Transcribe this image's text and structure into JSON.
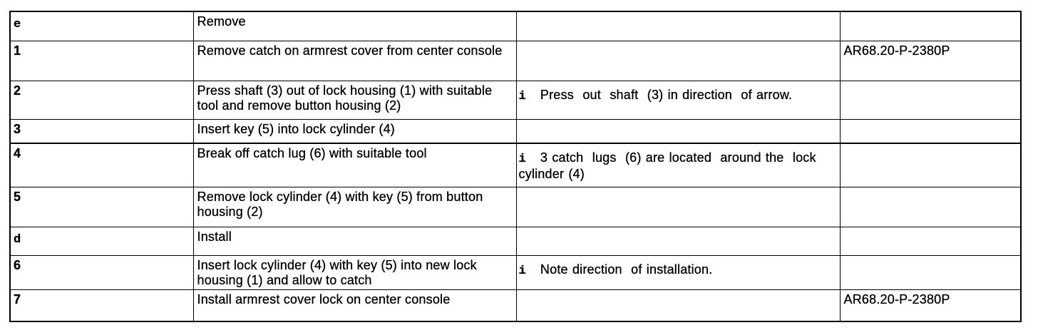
{
  "table": {
    "rows": [
      {
        "step": "e",
        "description": "Remove",
        "note_icon": "",
        "note_text": "",
        "reference": ""
      },
      {
        "step": "1",
        "description": "Remove catch on armrest cover from center console",
        "note_icon": "",
        "note_text": "",
        "reference": "AR68.20-P-2380P"
      },
      {
        "step": "2",
        "description": "Press shaft (3) out of lock housing (1) with suitable tool and remove button housing (2)",
        "note_icon": "i",
        "note_text": "Press  out  shaft  (3) in direction  of arrow.",
        "reference": ""
      },
      {
        "step": "3",
        "description": "Insert key (5) into lock cylinder (4)",
        "note_icon": "",
        "note_text": "",
        "reference": ""
      },
      {
        "step": "4",
        "description": "Break off catch lug (6) with suitable tool",
        "note_icon": "i",
        "note_text": "3 catch  lugs  (6) are located  around the  lock cylinder (4)",
        "reference": ""
      },
      {
        "step": "5",
        "description": "Remove lock cylinder (4) with key (5) from button housing (2)",
        "note_icon": "",
        "note_text": "",
        "reference": ""
      },
      {
        "step": "d",
        "description": "Install",
        "note_icon": "",
        "note_text": "",
        "reference": ""
      },
      {
        "step": "6",
        "description": "Insert lock cylinder (4) with key (5) into new lock housing (1) and allow to catch",
        "note_icon": "i",
        "note_text": "Note direction  of installation.",
        "reference": ""
      },
      {
        "step": "7",
        "description": "Install armrest cover lock on center console",
        "note_icon": "",
        "note_text": "",
        "reference": "AR68.20-P-2380P"
      }
    ]
  }
}
